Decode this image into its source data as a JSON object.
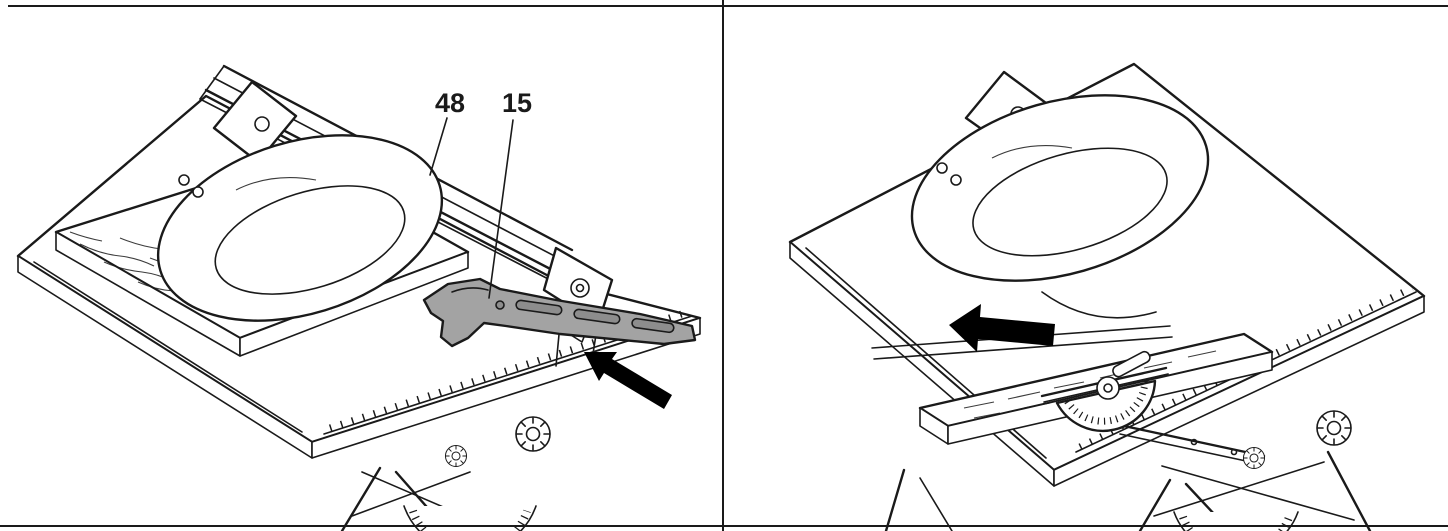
{
  "document": {
    "kind": "instruction-manual-figure",
    "panels": {
      "left": {
        "subject": "ripping-with-push-stick",
        "callouts": {
          "rip_fence_label": "48",
          "push_stick_label": "15"
        }
      },
      "right": {
        "subject": "crosscut-with-miter-gauge"
      }
    },
    "colors": {
      "line": "#1a1a1a",
      "background": "#ffffff",
      "push-stick-fill": "#a3a3a3",
      "slot-fill": "#8d8d8d",
      "arrow-fill": "#000000"
    }
  }
}
